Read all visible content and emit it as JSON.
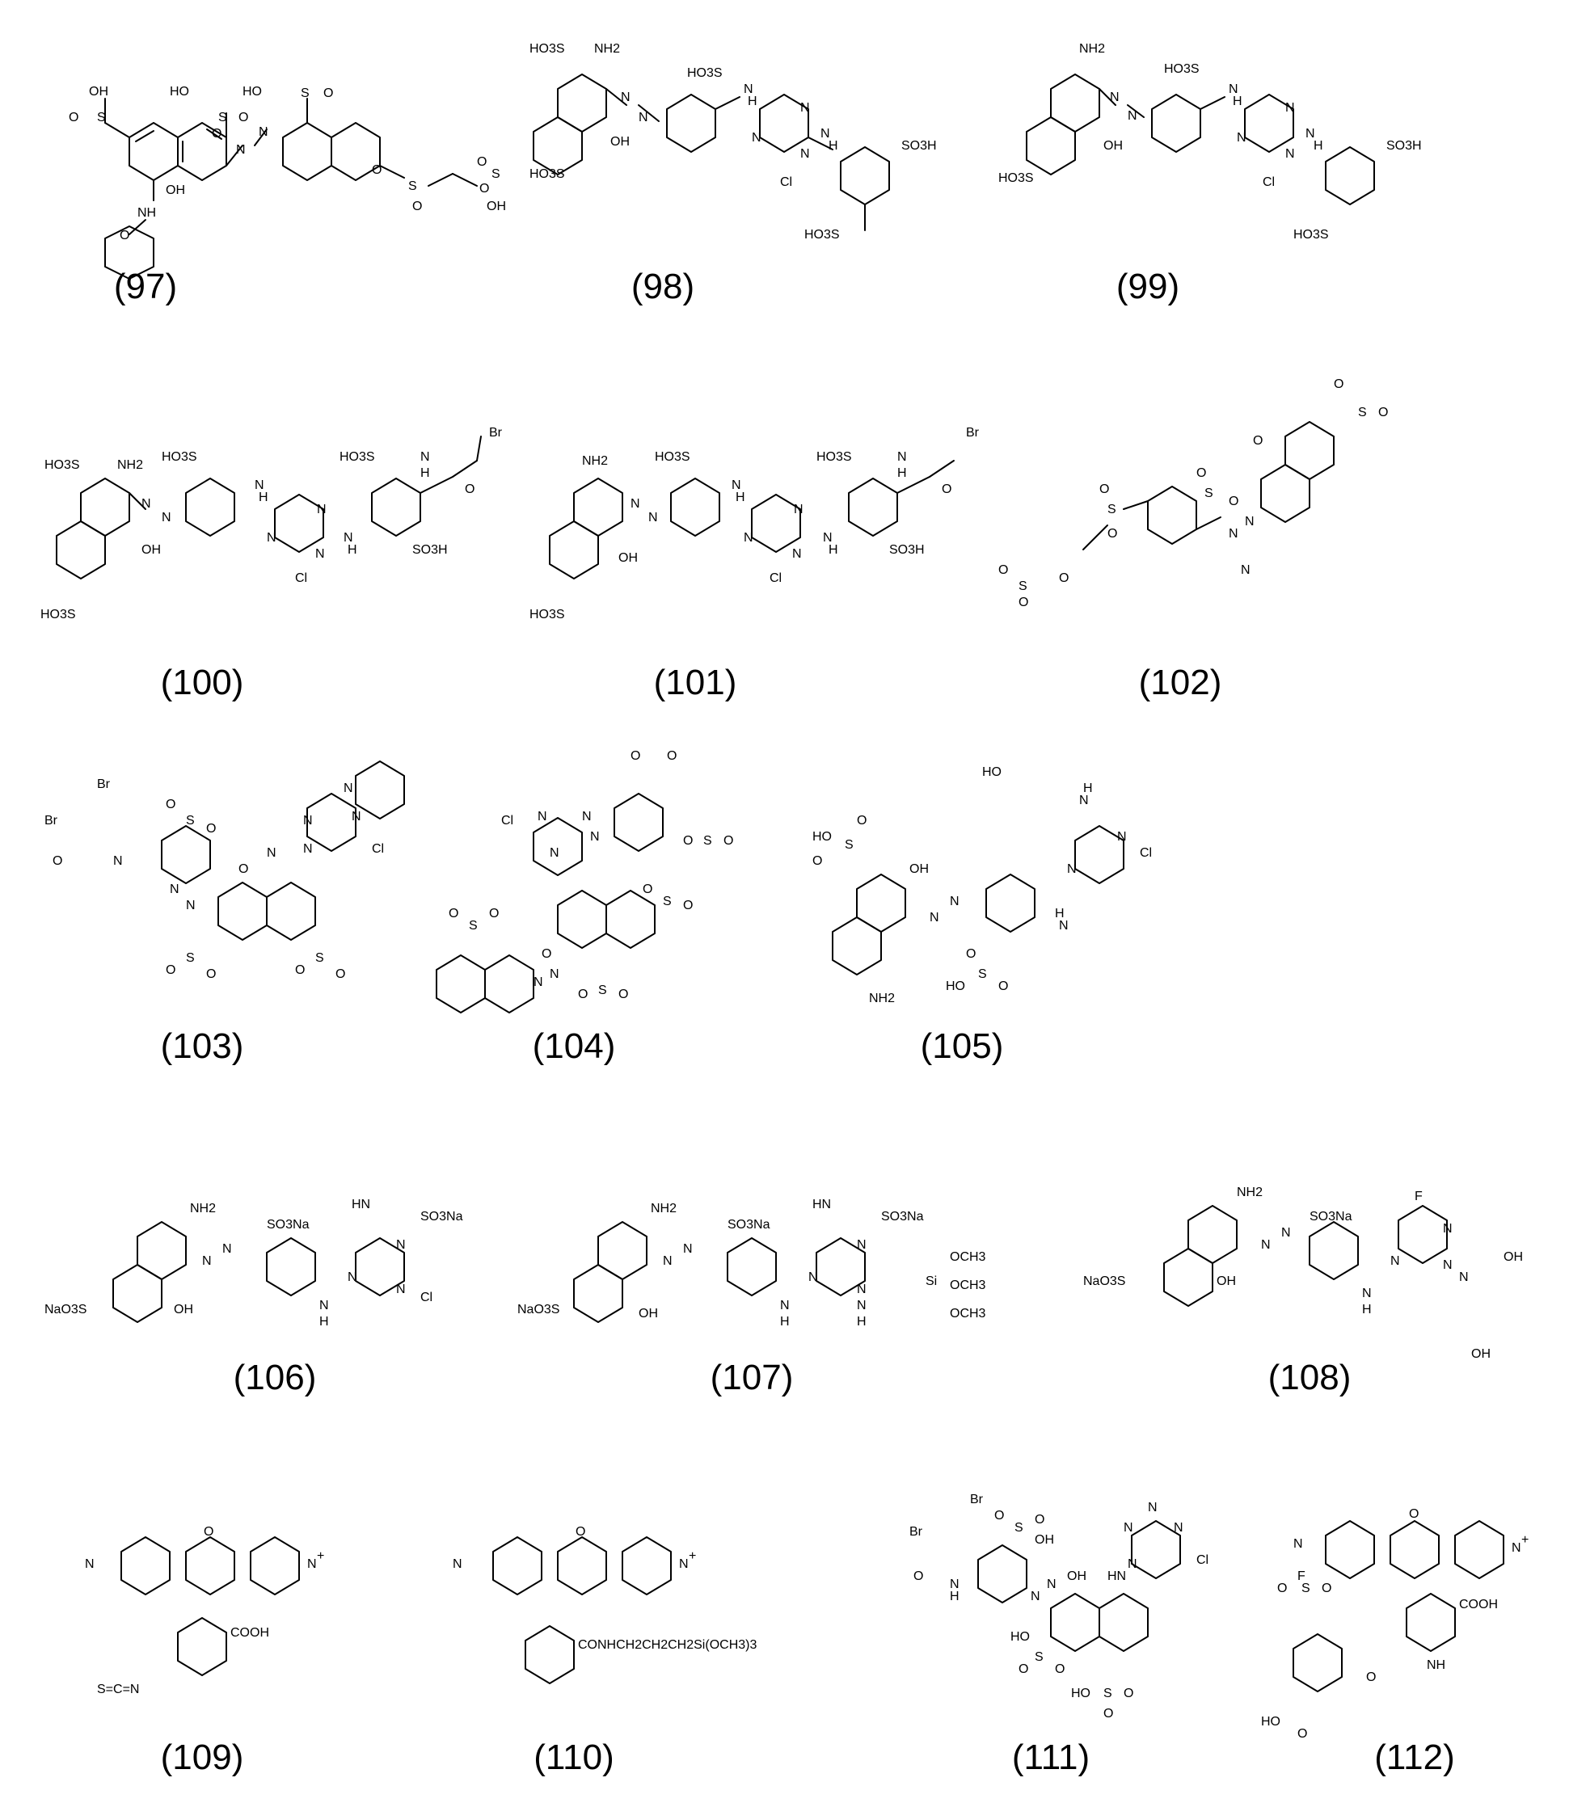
{
  "compounds": [
    {
      "id": "97",
      "label": "(97)",
      "atoms": [
        "OH",
        "O",
        "S",
        "HO",
        "O",
        "S",
        "O",
        "HO",
        "S",
        "O",
        "NH",
        "O",
        "OH",
        "N",
        "N",
        "O",
        "S",
        "O",
        "O",
        "S",
        "O",
        "OH"
      ]
    },
    {
      "id": "98",
      "label": "(98)",
      "atoms": [
        "HO3S",
        "NH2",
        "HO3S",
        "N",
        "N",
        "OH",
        "HO3S",
        "H",
        "N",
        "N",
        "N",
        "N",
        "Cl",
        "H",
        "N",
        "SO3H",
        "HO3S"
      ]
    },
    {
      "id": "99",
      "label": "(99)",
      "atoms": [
        "NH2",
        "HO3S",
        "N",
        "N",
        "OH",
        "HO3S",
        "H",
        "N",
        "N",
        "N",
        "N",
        "Cl",
        "H",
        "N",
        "SO3H",
        "HO3S"
      ]
    },
    {
      "id": "100",
      "label": "(100)",
      "atoms": [
        "HO3S",
        "NH2",
        "HO3S",
        "N",
        "N",
        "OH",
        "HO3S",
        "H",
        "N",
        "N",
        "N",
        "N",
        "Cl",
        "H",
        "N",
        "HO3S",
        "SO3H",
        "H",
        "N",
        "O",
        "Br"
      ]
    },
    {
      "id": "101",
      "label": "(101)",
      "atoms": [
        "NH2",
        "HO3S",
        "N",
        "N",
        "OH",
        "HO3S",
        "H",
        "N",
        "N",
        "N",
        "N",
        "Cl",
        "H",
        "N",
        "HO3S",
        "SO3H",
        "H",
        "N",
        "O",
        "Br"
      ]
    },
    {
      "id": "102",
      "label": "(102)",
      "atoms": [
        "O",
        "S",
        "O",
        "O",
        "O",
        "S",
        "O",
        "O",
        "S",
        "O",
        "N",
        "N",
        "N",
        "O",
        "S",
        "O",
        "O"
      ]
    },
    {
      "id": "103",
      "label": "(103)",
      "atoms": [
        "Br",
        "Br",
        "O",
        "N",
        "S",
        "O",
        "O",
        "N",
        "N",
        "O",
        "S",
        "O",
        "O",
        "S",
        "O",
        "O",
        "N",
        "N",
        "N",
        "N",
        "N",
        "Cl"
      ]
    },
    {
      "id": "104",
      "label": "(104)",
      "atoms": [
        "O",
        "O",
        "Cl",
        "N",
        "N",
        "N",
        "N",
        "S",
        "O",
        "O",
        "S",
        "O",
        "O",
        "S",
        "O",
        "O",
        "O",
        "N",
        "N",
        "S",
        "O",
        "O"
      ]
    },
    {
      "id": "105",
      "label": "(105)",
      "atoms": [
        "HO",
        "H",
        "N",
        "N",
        "N",
        "Cl",
        "OH",
        "HO",
        "S",
        "O",
        "O",
        "N",
        "N",
        "N",
        "H",
        "NH2",
        "HO",
        "S",
        "O",
        "O"
      ]
    },
    {
      "id": "106",
      "label": "(106)",
      "atoms": [
        "NH2",
        "SO3Na",
        "HN",
        "SO3Na",
        "N",
        "N",
        "N",
        "N",
        "N",
        "NaO3S",
        "OH",
        "N",
        "H",
        "Cl"
      ]
    },
    {
      "id": "107",
      "label": "(107)",
      "atoms": [
        "NH2",
        "SO3Na",
        "HN",
        "SO3Na",
        "N",
        "N",
        "N",
        "N",
        "N",
        "NaO3S",
        "OH",
        "N",
        "H",
        "N",
        "H",
        "OCH3",
        "Si",
        "OCH3",
        "OCH3"
      ]
    },
    {
      "id": "108",
      "label": "(108)",
      "atoms": [
        "NH2",
        "SO3Na",
        "F",
        "N",
        "N",
        "N",
        "N",
        "N",
        "NaO3S",
        "OH",
        "N",
        "H",
        "N",
        "OH",
        "OH"
      ]
    },
    {
      "id": "109",
      "label": "(109)",
      "atoms": [
        "N",
        "O",
        "N",
        "+",
        "COOH",
        "S=C=N"
      ]
    },
    {
      "id": "110",
      "label": "(110)",
      "atoms": [
        "N",
        "O",
        "N",
        "+",
        "CONHCH2CH2CH2Si(OCH3)3"
      ]
    },
    {
      "id": "111",
      "label": "(111)",
      "atoms": [
        "Br",
        "Br",
        "O",
        "N",
        "H",
        "S",
        "O",
        "O",
        "OH",
        "N",
        "N",
        "OH",
        "HN",
        "N",
        "N",
        "N",
        "N",
        "Cl",
        "HO",
        "S",
        "O",
        "O",
        "HO",
        "S",
        "O",
        "O"
      ]
    },
    {
      "id": "112",
      "label": "(112)",
      "atoms": [
        "N",
        "O",
        "N",
        "+",
        "F",
        "O",
        "S",
        "O",
        "COOH",
        "NH",
        "O",
        "HO",
        "O"
      ]
    }
  ]
}
